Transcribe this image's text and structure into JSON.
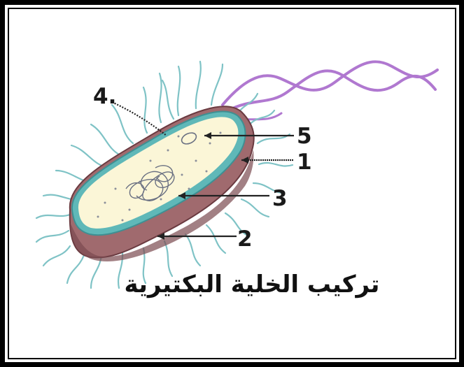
{
  "diagram": {
    "caption": "تركيب الخلية البكتيرية",
    "labels": {
      "l1": "1",
      "l2": "2",
      "l3": "3",
      "l4": "4.",
      "l5": "5"
    }
  },
  "colors": {
    "frame": "#000000",
    "capsule": "#a06a6e",
    "capsule_dark": "#7a4a50",
    "cell_wall": "#5fb8b8",
    "cytoplasm": "#fbf6d7",
    "flagellum": "#b078d0",
    "pili": "#7fc3c6"
  }
}
